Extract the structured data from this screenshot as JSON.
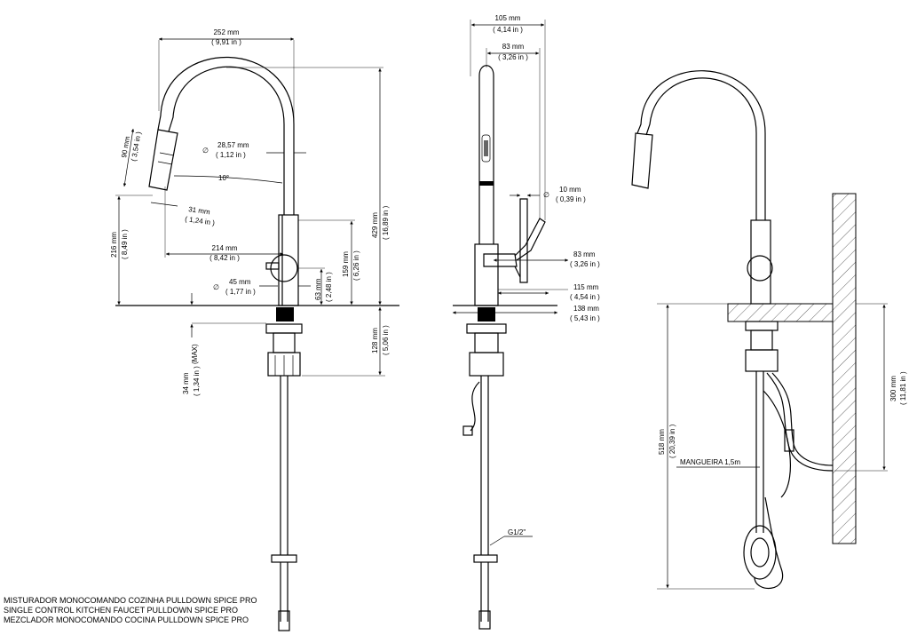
{
  "front_view": {
    "dims": {
      "width_mm": "252 mm",
      "width_in": "( 9,91 in )",
      "dia_spout_mm": "28,57 mm",
      "dia_spout_in": "( 1,12 in )",
      "head_len_mm": "90 mm",
      "head_len_in": "( 3,54 in )",
      "angle": "10°",
      "head_dia_mm": "31 mm",
      "head_dia_in": "( 1,24 in )",
      "total_h_mm": "429 mm",
      "total_h_in": "( 16,89 in )",
      "outlet_h_mm": "216 mm",
      "outlet_h_in": "( 8,49 in )",
      "reach_mm": "214 mm",
      "reach_in": "( 8,42 in )",
      "lever_h_mm": "159 mm",
      "lever_h_in": "( 6,26 in )",
      "base_dia_mm": "45 mm",
      "base_dia_in": "( 1,77 in )",
      "body_h_mm": "63 mm",
      "body_h_in": "( 2,48 in )",
      "shank_mm": "128 mm",
      "shank_in": "( 5,06 in )",
      "deck_max_mm": "34 mm",
      "deck_max_in": "( 1,34 in )",
      "deck_max_note": "(MAX)"
    }
  },
  "side_view": {
    "dims": {
      "overall_mm": "105 mm",
      "overall_in": "( 4,14 in )",
      "top_mm": "83 mm",
      "top_in": "( 3,26 in )",
      "lever_dia_mm": "10 mm",
      "lever_dia_in": "( 0,39 in )",
      "lever_len_mm": "83 mm",
      "lever_len_in": "( 3,26 in )",
      "body_mm": "115 mm",
      "body_in": "( 4,54 in )",
      "base_mm": "138 mm",
      "base_in": "( 5,43 in )",
      "thread": "G1/2\""
    }
  },
  "install_view": {
    "dims": {
      "total_mm": "518 mm",
      "total_in": "( 20,39 in )",
      "hose_label": "MANGUEIRA 1,5m",
      "wall_mm": "300 mm",
      "wall_in": "( 11,81 in )"
    }
  },
  "title_block": {
    "pt": "MISTURADOR MONOCOMANDO COZINHA PULLDOWN SPICE PRO",
    "en": "SINGLE CONTROL KITCHEN FAUCET PULLDOWN SPICE PRO",
    "es": "MEZCLADOR MONOCOMANDO COCINA PULLDOWN SPICE PRO"
  }
}
